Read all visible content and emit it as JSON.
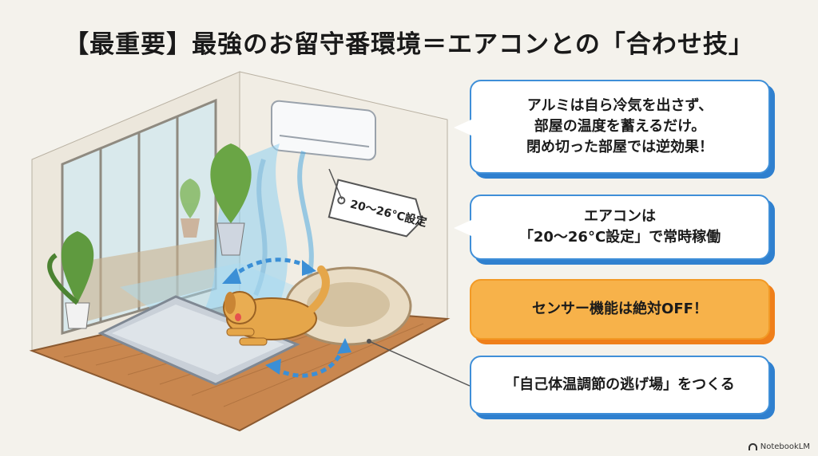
{
  "title": "【最重要】最強のお留守番環境＝エアコンとの「合わせ技」",
  "tag_label": "20〜26°C設定",
  "bubbles": {
    "aluminum_note": "アルミは自ら冷気を出さず、\n部屋の温度を蓄えるだけ。\n閉め切った部屋では逆効果！",
    "ac_setting": "エアコンは\n「20〜26°C設定」で常時稼働",
    "sensor_off": "センサー機能は絶対OFF！",
    "escape_place": "「自己体温調節の逃げ場」をつくる"
  },
  "credit": "NotebookLM",
  "colors": {
    "accent_blue": "#2f80cf",
    "warning_orange": "#f7b24a",
    "background": "#f4f2ec"
  }
}
